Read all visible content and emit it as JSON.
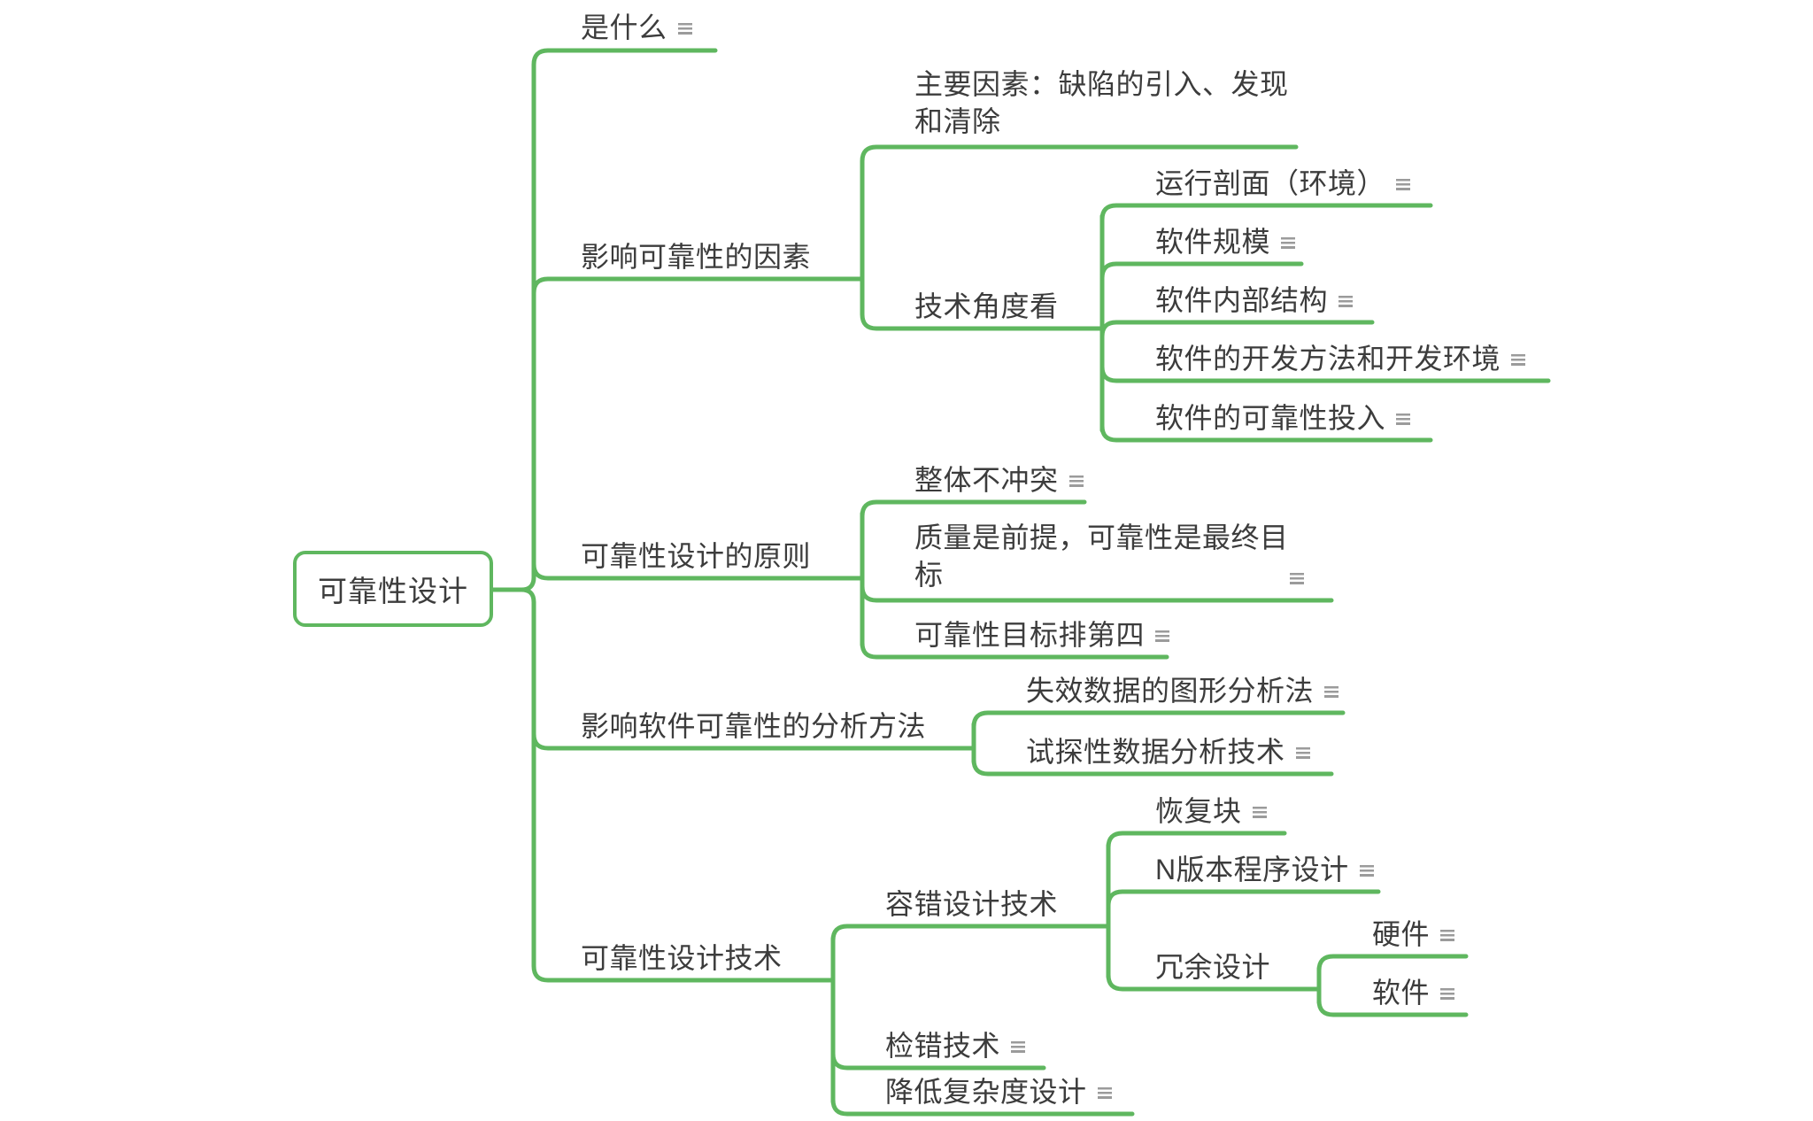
{
  "colors": {
    "branch": "#5fb75f",
    "text": "#3c3c3c",
    "note_icon": "#9b9b9b",
    "background": "#ffffff"
  },
  "map": {
    "root": {
      "label": "可靠性设计"
    },
    "branches": [
      {
        "label": "是什么",
        "note": true
      },
      {
        "label": "影响可靠性的因素",
        "children": [
          {
            "label": "主要因素：缺陷的引入、发现和清除"
          },
          {
            "label": "技术角度看",
            "children": [
              {
                "label": "运行剖面（环境）",
                "note": true
              },
              {
                "label": "软件规模",
                "note": true
              },
              {
                "label": "软件内部结构",
                "note": true
              },
              {
                "label": "软件的开发方法和开发环境",
                "note": true
              },
              {
                "label": "软件的可靠性投入",
                "note": true
              }
            ]
          }
        ]
      },
      {
        "label": "可靠性设计的原则",
        "children": [
          {
            "label": "整体不冲突",
            "note": true
          },
          {
            "label": "质量是前提，可靠性是最终目标",
            "note": true
          },
          {
            "label": "可靠性目标排第四",
            "note": true
          }
        ]
      },
      {
        "label": "影响软件可靠性的分析方法",
        "children": [
          {
            "label": "失效数据的图形分析法",
            "note": true
          },
          {
            "label": "试探性数据分析技术",
            "note": true
          }
        ]
      },
      {
        "label": "可靠性设计技术",
        "children": [
          {
            "label": "容错设计技术",
            "children": [
              {
                "label": "恢复块",
                "note": true
              },
              {
                "label": "N版本程序设计",
                "note": true
              },
              {
                "label": "冗余设计",
                "children": [
                  {
                    "label": "硬件",
                    "note": true
                  },
                  {
                    "label": "软件",
                    "note": true
                  }
                ]
              }
            ]
          },
          {
            "label": "检错技术",
            "note": true
          },
          {
            "label": "降低复杂度设计",
            "note": true
          }
        ]
      }
    ]
  }
}
